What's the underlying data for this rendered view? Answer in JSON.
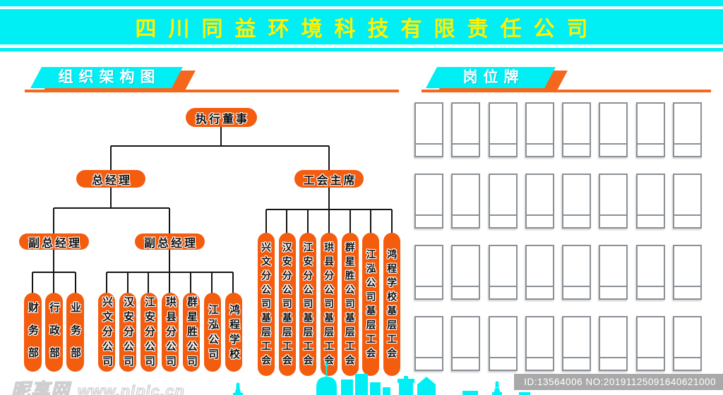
{
  "colors": {
    "cyan": "#00EFF4",
    "orange": "#F45C0E",
    "orange2": "#F4671D",
    "yellow": "#FFF100",
    "card_border": "#8A9096"
  },
  "banner": {
    "company_name": "四川同益环境科技有限责任公司"
  },
  "org_section": {
    "title": "组织架构图"
  },
  "cards_section": {
    "title": "岗位牌"
  },
  "org_chart": {
    "root": "执行董事",
    "level2": {
      "general_manager": "总经理",
      "union_chairman": "工会主席"
    },
    "level3": {
      "deputy_left": "副总经理",
      "deputy_right": "副总经理"
    },
    "departments": [
      "财务部",
      "行政部",
      "业务部"
    ],
    "branches": [
      "兴文分公司",
      "汉安分公司",
      "江安分公司",
      "珙县分公司",
      "群星胜公司",
      "江泓公司",
      "鸿程学校"
    ],
    "unions": [
      "兴文分公司基层工会",
      "汉安分公司基层工会",
      "江安分公司基层工会",
      "珙县分公司基层工会",
      "群星胜公司基层工会",
      "江泓公司基层工会",
      "鸿程学校基层工会"
    ]
  },
  "position_cards": {
    "rows": 4,
    "cols": 8
  },
  "watermark": {
    "logo": "昵享网",
    "url": "www.nipic.cn"
  },
  "badge": {
    "text": "ID:13564006 NO:20191125091640621000"
  }
}
